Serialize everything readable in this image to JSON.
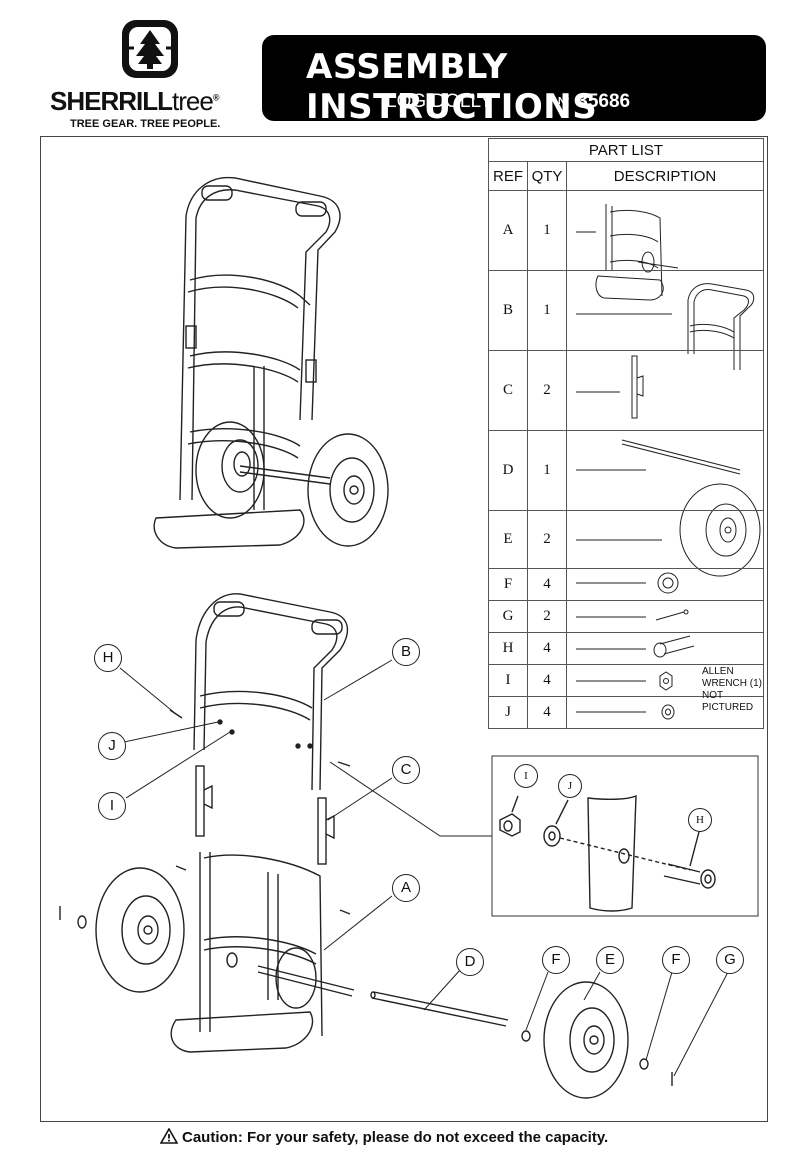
{
  "header": {
    "brand": "SHERRILL",
    "brand_suffix": "tree",
    "registered_mark": "®",
    "tagline": "TREE GEAR. TREE PEOPLE.",
    "title": "ASSEMBLY INSTRUCTIONS",
    "product": "LOG DOLLY",
    "model_symbol": "N°",
    "model_number": "35686"
  },
  "part_list": {
    "title": "PART LIST",
    "columns": [
      "REF",
      "QTY",
      "DESCRIPTION"
    ],
    "rows": [
      {
        "ref": "A",
        "qty": "1"
      },
      {
        "ref": "B",
        "qty": "1"
      },
      {
        "ref": "C",
        "qty": "2"
      },
      {
        "ref": "D",
        "qty": "1"
      },
      {
        "ref": "E",
        "qty": "2"
      },
      {
        "ref": "F",
        "qty": "4"
      },
      {
        "ref": "G",
        "qty": "2"
      },
      {
        "ref": "H",
        "qty": "4"
      },
      {
        "ref": "I",
        "qty": "4"
      },
      {
        "ref": "J",
        "qty": "4"
      }
    ],
    "note": [
      "ALLEN",
      "WRENCH (1)",
      "NOT",
      "PICTURED"
    ]
  },
  "callouts": {
    "H": "H",
    "B": "B",
    "J": "J",
    "I": "I",
    "C": "C",
    "A": "A",
    "D": "D",
    "F": "F",
    "E": "E",
    "G": "G"
  },
  "detail_callouts": {
    "I": "I",
    "J": "J",
    "H": "H"
  },
  "footer": {
    "caution": "Caution: For your safety, please do not exceed the capacity."
  }
}
